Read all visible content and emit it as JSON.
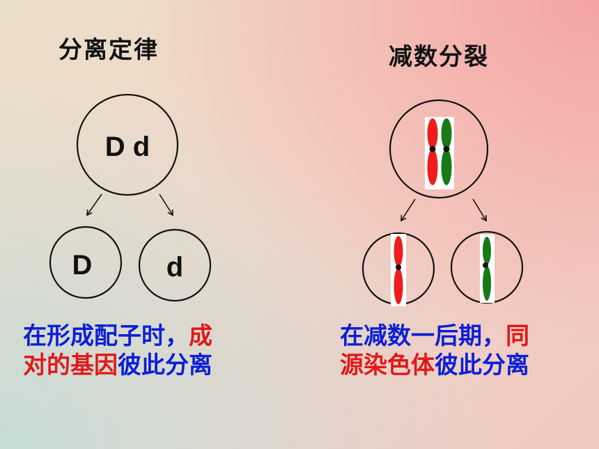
{
  "left_panel": {
    "title": "分离定律",
    "parent_label": "D d",
    "child_left_label": "D",
    "child_right_label": "d",
    "caption_line1_part1": "在形成配子时，",
    "caption_line1_part2": "成",
    "caption_line2_part1": "对的基因",
    "caption_line2_part2": "彼此分离"
  },
  "right_panel": {
    "title": "减数分裂",
    "caption_line1_part1": "在减数一后期，",
    "caption_line1_part2": "同",
    "caption_line2_part1": "源染色体",
    "caption_line2_part2": "彼此分离"
  },
  "colors": {
    "blue_text": "#0b1fd6",
    "red_text": "#e01919",
    "chromosome_red": "#ee1c1c",
    "chromosome_green": "#177a17",
    "outline": "#111111"
  }
}
